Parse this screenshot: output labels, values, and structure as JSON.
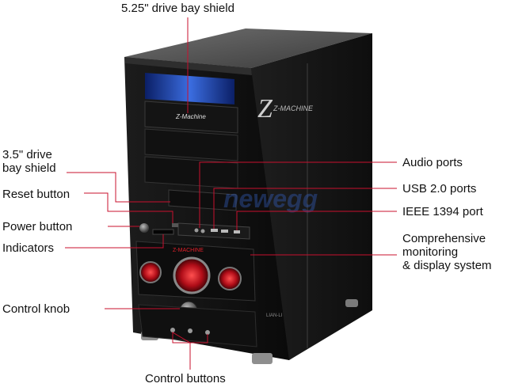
{
  "labels": {
    "drive_525": "5.25\" drive bay shield",
    "drive_35_line1": "3.5\" drive",
    "drive_35_line2": "bay shield",
    "reset": "Reset button",
    "power": "Power button",
    "indicators": "Indicators",
    "control_knob": "Control knob",
    "control_buttons": "Control buttons",
    "audio": "Audio ports",
    "usb": "USB 2.0 ports",
    "ieee": "IEEE 1394 port",
    "monitoring_line1": "Comprehensive",
    "monitoring_line2": "monitoring",
    "monitoring_line3": "& display system"
  },
  "branding": {
    "logo_text": "Z-MACHINE",
    "panel_text": "Z-MACHINE",
    "panel_sub": "LIAN-LI",
    "watermark": "newegg"
  },
  "colors": {
    "leader": "#c8102e",
    "case_dark": "#121212",
    "panel_red": "#e0202a",
    "bay_blue": "#3b6de0"
  }
}
